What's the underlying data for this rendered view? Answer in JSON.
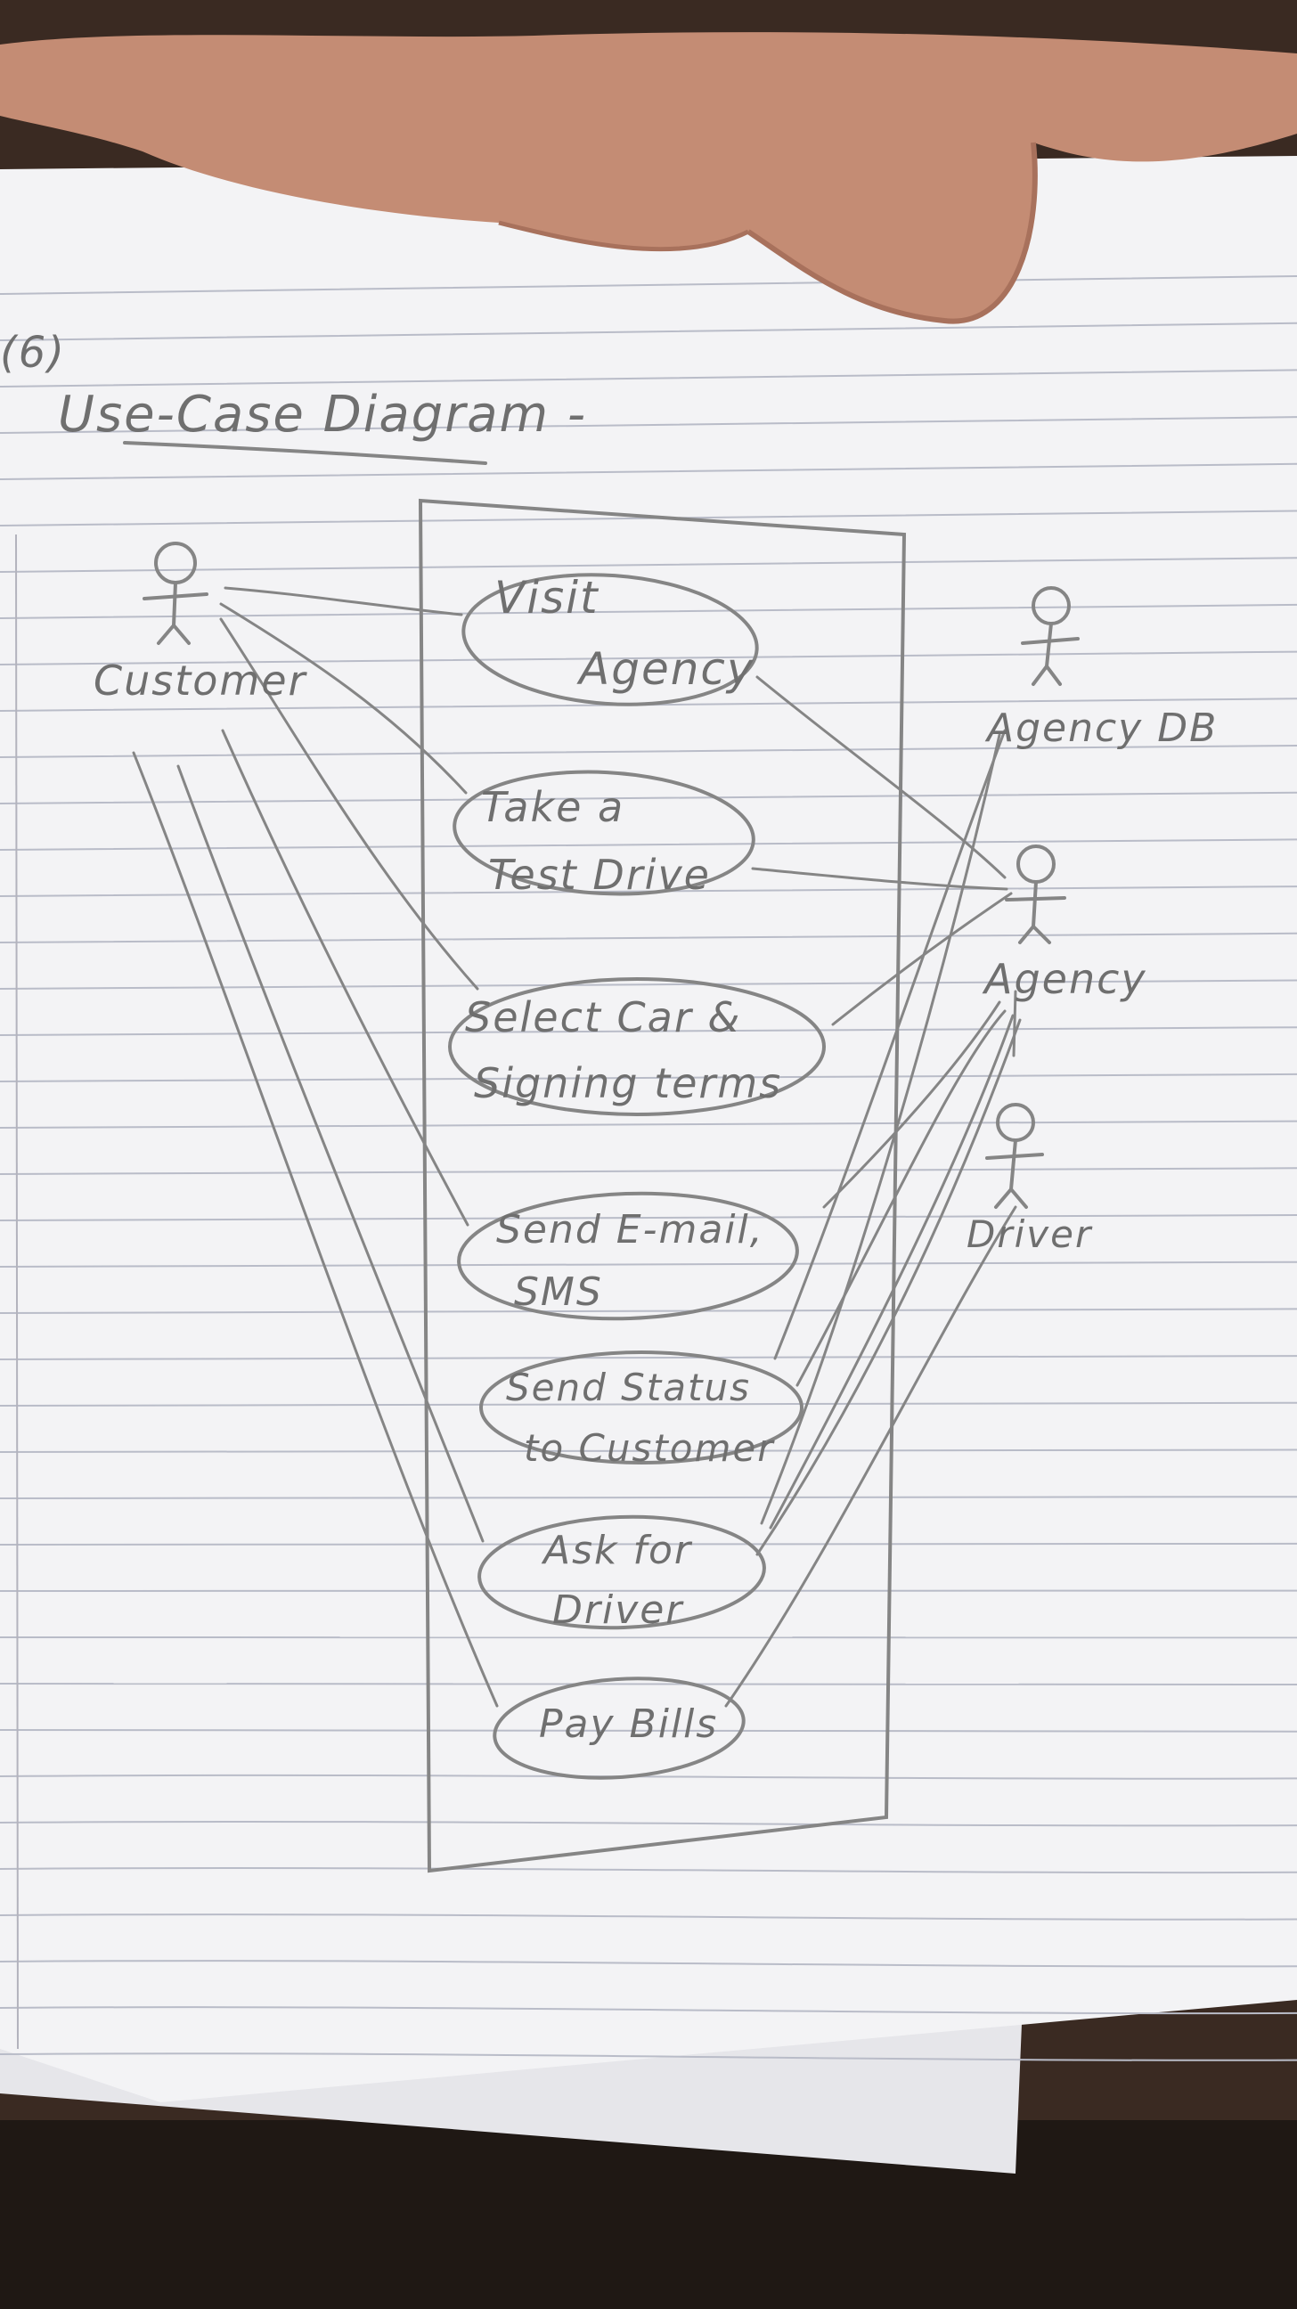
{
  "page": {
    "number": "(6)",
    "heading": "Use-Case Diagram -"
  },
  "actors": {
    "customer": "Customer",
    "agency_db": "Agency DB",
    "agency": "Agency",
    "driver": "Driver"
  },
  "use_cases": [
    {
      "id": "visit-agency",
      "lines": [
        "Visit",
        "Agency"
      ]
    },
    {
      "id": "take-test-drive",
      "lines": [
        "Take a",
        "Test Drive"
      ]
    },
    {
      "id": "select-car",
      "lines": [
        "Select Car &",
        "Signing terms"
      ]
    },
    {
      "id": "send-email-sms",
      "lines": [
        "Send E-mail,",
        "SMS"
      ]
    },
    {
      "id": "send-status",
      "lines": [
        "Send Status",
        "to Customer"
      ]
    },
    {
      "id": "ask-driver",
      "lines": [
        "Ask for",
        "Driver"
      ]
    },
    {
      "id": "pay-bills",
      "lines": [
        "Pay Bills"
      ]
    }
  ],
  "colors": {
    "pencil": "#858585",
    "paper": "#f3f3f5",
    "rule": "#b9bcc8",
    "table": "#3a2a22",
    "skin": "#c8917a"
  }
}
